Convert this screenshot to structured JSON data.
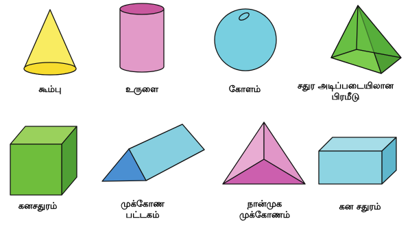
{
  "colors": {
    "cone": "#f9ec61",
    "cylinder": "#e29ac8",
    "sphere": "#78cfe0",
    "pyramid": "#5cb83e",
    "cube": "#6fbe3c",
    "prism": "#86cfe0",
    "prism_end": "#4a8fd2",
    "tetra": "#d36fb5",
    "cuboid": "#8dd4e2",
    "outline": "#111111"
  },
  "shapes": [
    {
      "icon": "cone-icon",
      "label_lines": [
        "கூம்பு"
      ]
    },
    {
      "icon": "cylinder-icon",
      "label_lines": [
        "உருளை"
      ]
    },
    {
      "icon": "sphere-icon",
      "label_lines": [
        "கோளம்"
      ]
    },
    {
      "icon": "square-pyramid-icon",
      "label_lines": [
        "சதுர அடிப்படையிலான",
        "பிரமீடு"
      ]
    },
    {
      "icon": "cube-icon",
      "label_lines": [
        "கனசதுரம்"
      ]
    },
    {
      "icon": "triangular-prism-icon",
      "label_lines": [
        "முக்கோண",
        "பட்டகம்"
      ]
    },
    {
      "icon": "tetrahedron-icon",
      "label_lines": [
        "நான்முக",
        "முக்கோணம்"
      ]
    },
    {
      "icon": "cuboid-icon",
      "label_lines": [
        "கன சதுரம்"
      ]
    }
  ]
}
